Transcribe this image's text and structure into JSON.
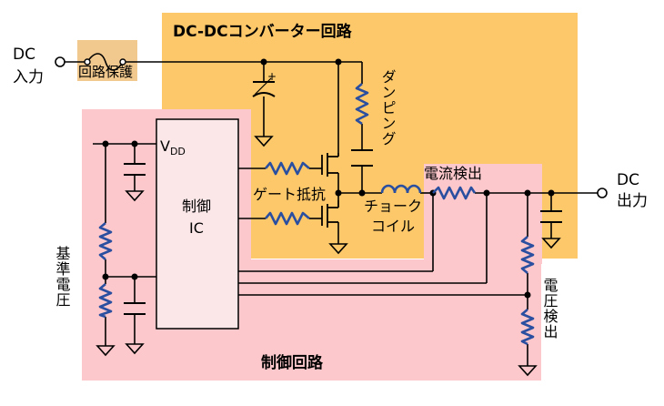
{
  "labels": {
    "dc_in_line1": "DC",
    "dc_in_line2": "入力",
    "protection": "回路保護",
    "converter_title": "DC-DCコンバーター回路",
    "damping": "ダンピング",
    "vdd_main": "V",
    "vdd_sub": "DD",
    "ic_line1": "制御",
    "ic_line2": "IC",
    "gate_resistor": "ゲート抵抗",
    "choke_line1": "チョーク",
    "choke_line2": "コイル",
    "current_detect": "電流検出",
    "dc_out_line1": "DC",
    "dc_out_line2": "出力",
    "reference_voltage": "基準電圧",
    "voltage_detect": "電圧検出",
    "control_circuit": "制御回路"
  },
  "colors": {
    "converter_region": "#fcc86a",
    "control_region": "#fcc8cb",
    "resistor": "#2a4fa0",
    "wire": "#000000"
  }
}
